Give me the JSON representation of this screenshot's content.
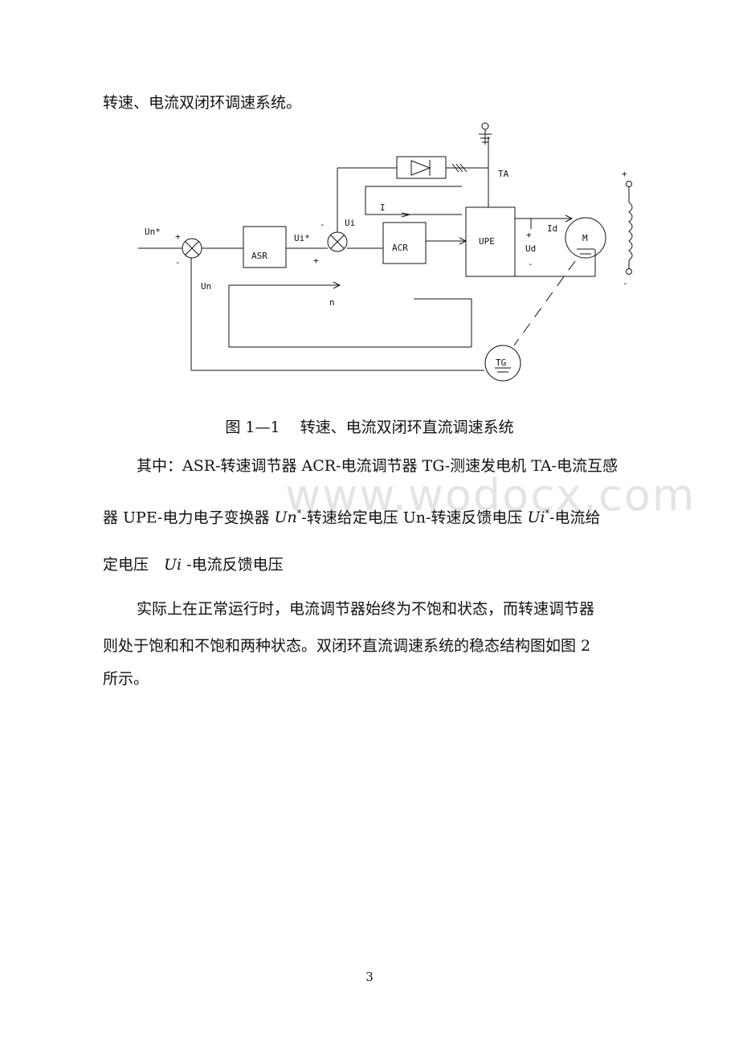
{
  "intro_line": "转速、电流双闭环调速系统。",
  "diagram": {
    "labels": {
      "un_star": "Un*",
      "plus1": "+",
      "minus1": "-",
      "un": "Un",
      "asr": "ASR",
      "ui_star": "Ui*",
      "minus2": "-",
      "ui": "Ui",
      "plus2": "+",
      "acr": "ACR",
      "upe": "UPE",
      "ta": "TA",
      "i_loop": "I",
      "id": "Id",
      "plus3": "+",
      "ud": "Ud",
      "minus3": "-",
      "m": "M",
      "plus_field": "+",
      "minus_field": "-",
      "n_loop": "n",
      "tg": "TG"
    }
  },
  "caption": "图 1—1　 转速、电流双闭环直流调速系统",
  "legend": {
    "line1": "其中：ASR-转速调节器 ACR-电流调节器 TG-测速发电机 TA-电流互感",
    "line2_a": "器 UPE-电力电子变换器 ",
    "un_sym": "Un",
    "star": "*",
    "line2_b": "-转速给定电压 Un-转速反馈电压 ",
    "ui_sym": "Ui",
    "line2_c": "-电流给",
    "line3_a": "定电压　",
    "line3_b": " -电流反馈电压"
  },
  "paragraph2": {
    "line1": "实际上在正常运行时，电流调节器始终为不饱和状态，而转速调节器",
    "line2": "则处于饱和和不饱和两种状态。双闭环直流调速系统的稳态结构图如图 2",
    "line3": "所示。"
  },
  "watermark": "www.wodocx.com",
  "page_number": "3"
}
